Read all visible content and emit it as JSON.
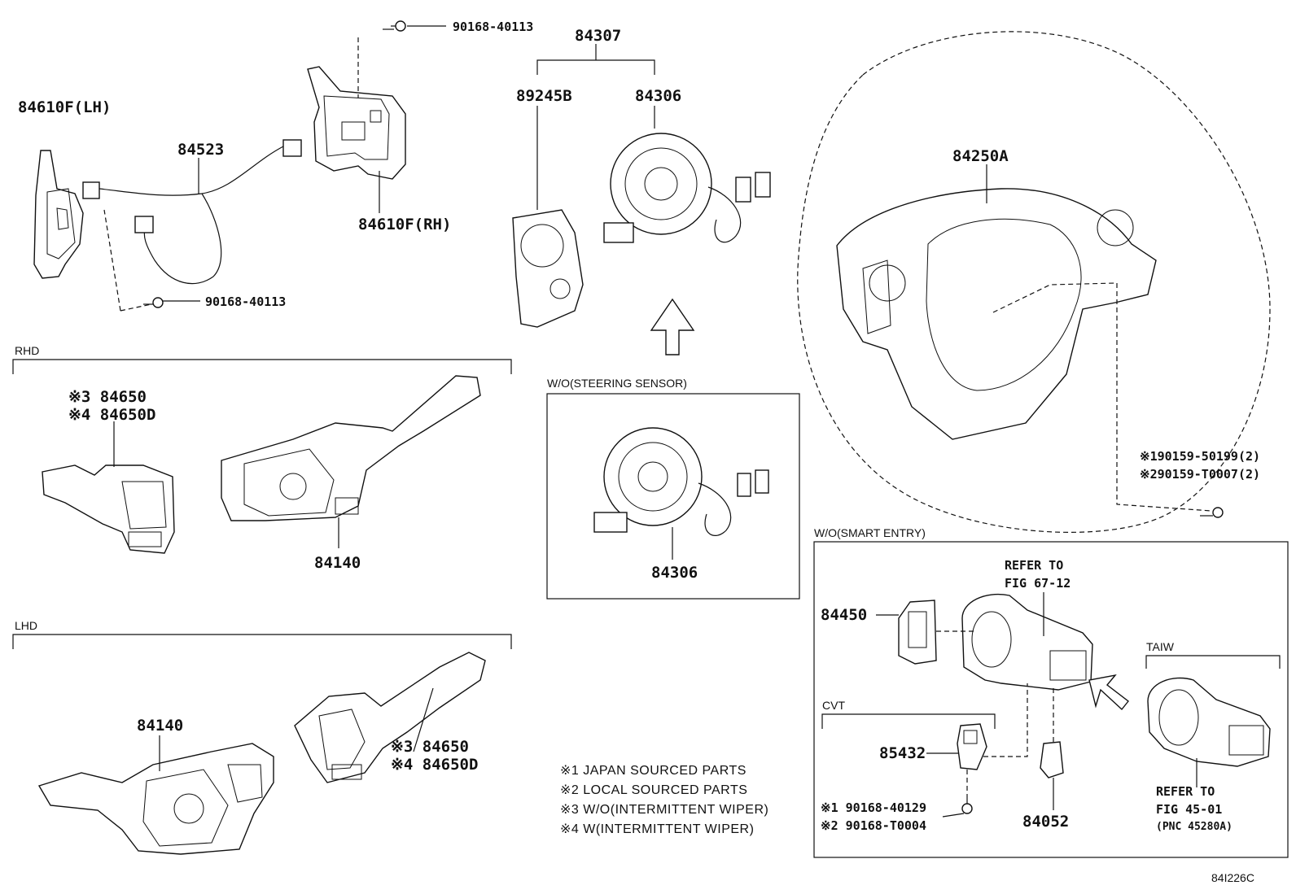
{
  "part_labels": {
    "p_84610F_LH": "84610F(LH)",
    "p_84523": "84523",
    "p_84610F_RH": "84610F(RH)",
    "p_90168_40113_top": "90168-40113",
    "p_90168_40113_bottom": "90168-40113",
    "p_84307": "84307",
    "p_89245B": "89245B",
    "p_84306_top": "84306",
    "p_84306_box": "84306",
    "p_84250A": "84250A",
    "p_84650_rhd": "※3 84650",
    "p_84650D_rhd": "※4 84650D",
    "p_84140_rhd": "84140",
    "p_84140_lhd": "84140",
    "p_84650_lhd": "※3 84650",
    "p_84650D_lhd": "※4 84650D",
    "p_90159_50199": "※190159-50199(2)",
    "p_90159_T0007": "※290159-T0007(2)",
    "p_84450": "84450",
    "p_85432": "85432",
    "p_84052": "84052",
    "p_90168_40129": "※1 90168-40129",
    "p_90168_T0004": "※2 90168-T0004",
    "refer_67_12_a": "REFER TO",
    "refer_67_12_b": "FIG 67-12",
    "refer_45_01_a": "REFER TO",
    "refer_45_01_b": "FIG 45-01",
    "refer_45_01_c": "(PNC 45280A)"
  },
  "section_labels": {
    "rhd": "RHD",
    "lhd": "LHD",
    "wo_steering_sensor": "W/O(STEERING SENSOR)",
    "wo_smart_entry": "W/O(SMART ENTRY)",
    "cvt": "CVT",
    "taiw": "TAIW"
  },
  "notes": [
    "※1 JAPAN SOURCED PARTS",
    "※2 LOCAL SOURCED PARTS",
    "※3 W/O(INTERMITTENT WIPER)",
    "※4 W(INTERMITTENT WIPER)"
  ],
  "figure_code": "84I226C",
  "colors": {
    "line": "#111111",
    "background": "#ffffff"
  }
}
